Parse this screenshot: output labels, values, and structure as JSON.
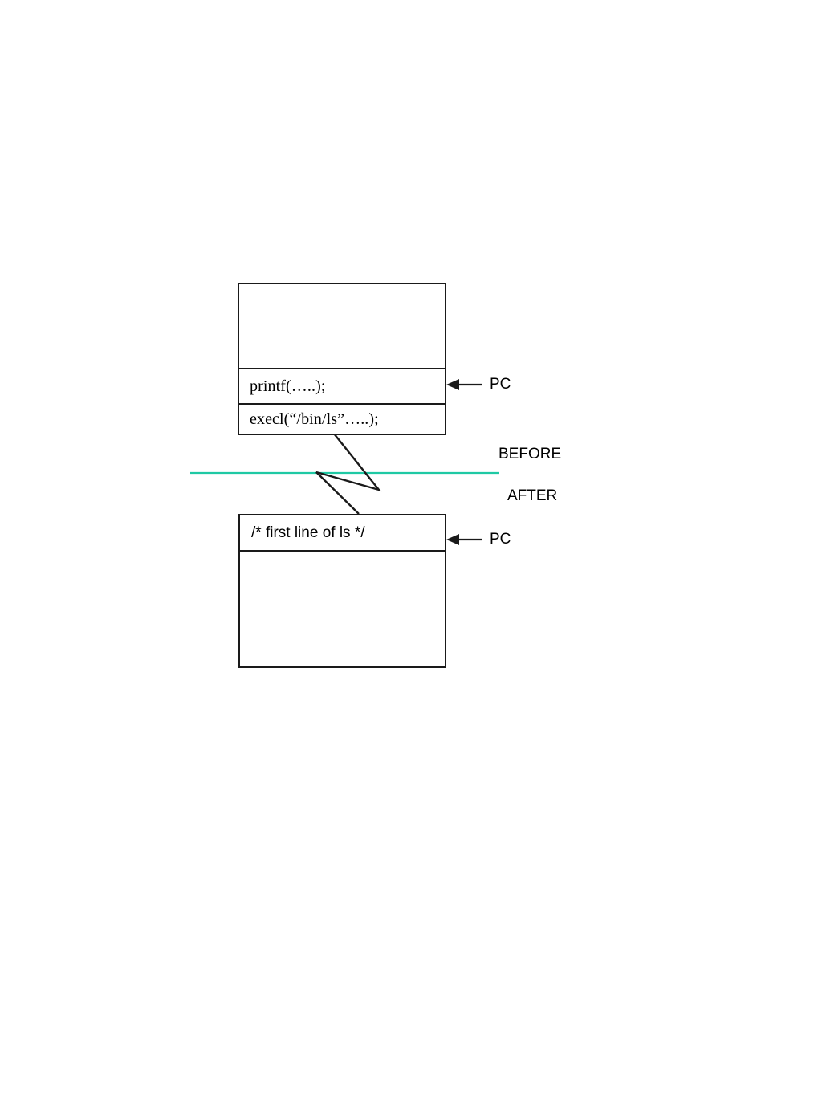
{
  "diagram": {
    "title": "exec system call memory image before and after",
    "divider_color": "#1fc9a4",
    "stroke_color": "#1a1a1a",
    "before": {
      "box_name": "process-memory-before",
      "rows": [
        {
          "text": "",
          "style": "empty"
        },
        {
          "text": "printf(…..);",
          "style": "serif"
        },
        {
          "text": "execl(“/bin/ls”…..);",
          "style": "serif"
        }
      ],
      "pointer_label": "PC",
      "phase_label": "BEFORE"
    },
    "after": {
      "box_name": "process-memory-after",
      "rows": [
        {
          "text": "/* first line of ls */",
          "style": "sans"
        },
        {
          "text": "",
          "style": "empty"
        }
      ],
      "pointer_label": "PC",
      "phase_label": "AFTER"
    }
  }
}
